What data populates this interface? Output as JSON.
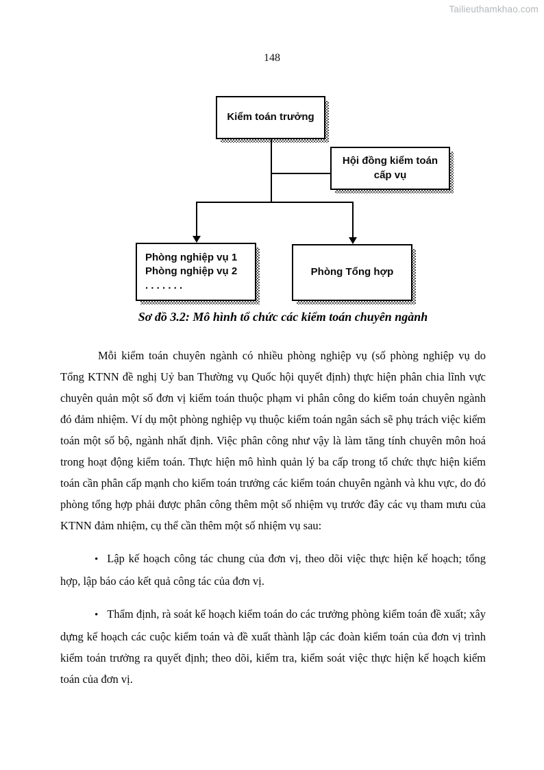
{
  "page": {
    "watermark": "Tailieuthamkhao.com",
    "number": "148"
  },
  "diagram": {
    "caption": "Sơ đồ 3.2: Mô hình tổ chức các kiểm toán chuyên ngành",
    "boxes": {
      "chief_auditor": "Kiểm toán trưởng",
      "council_line1": "Hội đồng kiểm toán",
      "council_line2": "cấp vụ",
      "dept_line1": "Phòng nghiệp vụ 1",
      "dept_line2": "Phòng nghiệp vụ 2",
      "dept_line3": ". . . . . . .",
      "general_dept": "Phòng Tổng hợp"
    }
  },
  "body": {
    "paragraph1": "Mỗi kiểm toán chuyên ngành có nhiều phòng nghiệp vụ (số phòng nghiệp vụ do Tổng KTNN đề nghị Uỷ ban Thường vụ Quốc hội quyết định) thực hiện phân chia lĩnh vực chuyên quản một số đơn vị kiểm toán thuộc phạm vi phân công do kiểm toán chuyên ngành đó đảm nhiệm. Ví dụ một phòng nghiệp vụ thuộc kiểm toán ngân sách sẽ phụ trách việc kiểm toán một số bộ, ngành nhất định. Việc phân công như vậy là làm tăng tính chuyên môn hoá trong hoạt động kiểm toán. Thực hiện mô hình quản lý ba cấp trong tổ chức thực hiện kiểm toán cần phân cấp mạnh cho kiểm toán trưởng các kiểm toán chuyên ngành và khu vực, do đó phòng tổng hợp phải được phân công thêm một số nhiệm vụ trước đây các vụ tham mưu của KTNN đảm nhiệm, cụ thể cần thêm một số nhiệm vụ sau:",
    "bullet_glyph": "•",
    "bullets": [
      "Lập kế hoạch công tác chung của đơn vị, theo dõi việc thực hiện kế hoạch; tổng hợp, lập báo cáo kết quả công tác của đơn vị.",
      "Thẩm định, rà soát kế hoạch kiểm toán do các trưởng phòng kiểm toán đề xuất; xây dựng kế hoạch các cuộc kiểm toán và đề xuất thành lập các đoàn kiểm toán của đơn vị trình kiểm toán trưởng ra quyết định; theo dõi, kiểm tra, kiểm soát việc thực hiện kế hoạch kiểm toán của đơn vị."
    ]
  }
}
